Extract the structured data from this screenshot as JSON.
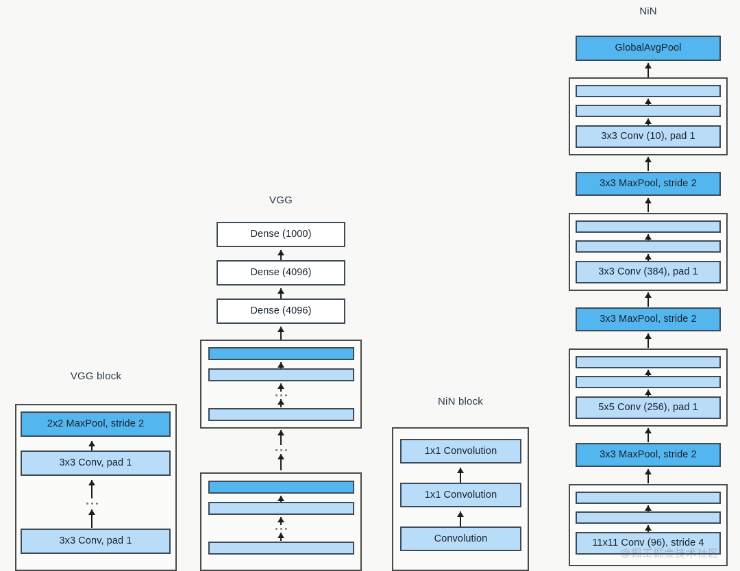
{
  "figure": {
    "background": "#f8f8f7",
    "color_block_primary": "#53b6ef",
    "color_block_secondary": "#b9dcf8",
    "color_block_plain": "#ffffff",
    "color_outline": "#3d4b57",
    "watermark": "@掘工掘金技术社区"
  },
  "columns": {
    "vgg_block": {
      "title": "VGG block",
      "nodes": [
        {
          "label": "2x2 MaxPool, stride 2",
          "style": "blue-dark"
        },
        {
          "label": "3x3 Conv, pad 1",
          "style": "blue-light"
        },
        {
          "label": "3x3 Conv, pad 1",
          "style": "blue-light"
        }
      ]
    },
    "vgg": {
      "title": "VGG",
      "nodes": [
        {
          "label": "Dense (1000)",
          "style": "white"
        },
        {
          "label": "Dense (4096)",
          "style": "white"
        },
        {
          "label": "Dense (4096)",
          "style": "white"
        }
      ],
      "blocks": [
        {
          "name": "vgg-block-upper",
          "bars": [
            "blue-dark",
            "blue-light",
            "blue-light"
          ]
        },
        {
          "name": "vgg-block-lower",
          "bars": [
            "blue-dark",
            "blue-light",
            "blue-light"
          ]
        }
      ]
    },
    "nin_block": {
      "title": "NiN block",
      "nodes": [
        {
          "label": "1x1 Convolution",
          "style": "blue-light"
        },
        {
          "label": "1x1 Convolution",
          "style": "blue-light"
        },
        {
          "label": "Convolution",
          "style": "blue-light"
        }
      ]
    },
    "nin": {
      "title": "NiN",
      "stack": [
        {
          "kind": "node",
          "label": "GlobalAvgPool",
          "style": "blue-dark"
        },
        {
          "kind": "block",
          "label": "3x3 Conv (10), pad 1",
          "style": "blue-light"
        },
        {
          "kind": "node",
          "label": "3x3 MaxPool, stride 2",
          "style": "blue-dark"
        },
        {
          "kind": "block",
          "label": "3x3 Conv (384), pad 1",
          "style": "blue-light"
        },
        {
          "kind": "node",
          "label": "3x3 MaxPool, stride 2",
          "style": "blue-dark"
        },
        {
          "kind": "block",
          "label": "5x5 Conv (256), pad 1",
          "style": "blue-light"
        },
        {
          "kind": "node",
          "label": "3x3 MaxPool, stride 2",
          "style": "blue-dark"
        },
        {
          "kind": "block",
          "label": "11x11 Conv (96), stride 4",
          "style": "blue-light"
        }
      ]
    }
  }
}
